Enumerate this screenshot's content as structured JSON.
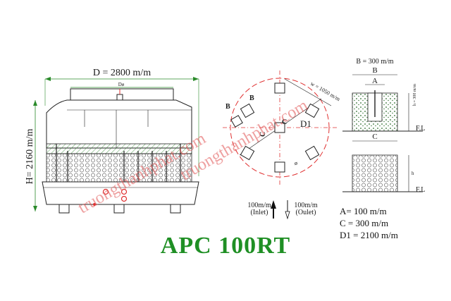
{
  "model_title": "APC 100RT",
  "colors": {
    "title": "#1f8f24",
    "line": "#222222",
    "green": "#2a8a2a",
    "red": "#e03030",
    "watermark": "#e05050"
  },
  "front_view": {
    "width_label": "D = 2800 m/m",
    "height_label": "H= 2160 m/m",
    "top_label": "Dø"
  },
  "plan_view": {
    "label_b1": "B",
    "label_b2": "B",
    "label_c1": "C",
    "label_c2": "C",
    "label_d1": "D1",
    "label_w": "w = 1050 m/m",
    "label_dia": "ø"
  },
  "pipes": {
    "inlet_size": "100m/m",
    "inlet_label": "(Inlet)",
    "outlet_size": "100m/m",
    "outlet_label": "(Oulet)"
  },
  "section_view": {
    "b_dim": "B = 300 m/m",
    "b_label": "B",
    "a_label": "A",
    "c_label": "C",
    "h_label": "h = 300 m/m",
    "h2_label": "h",
    "fl_top": "F.L",
    "fl_bottom": "F.L"
  },
  "legend": {
    "a": "A= 100 m/m",
    "c": "C = 300 m/m",
    "d1": "D1 = 2100 m/m"
  },
  "watermark_1": "truongthanhphat.com",
  "watermark_2": "truongthanhphat.com"
}
